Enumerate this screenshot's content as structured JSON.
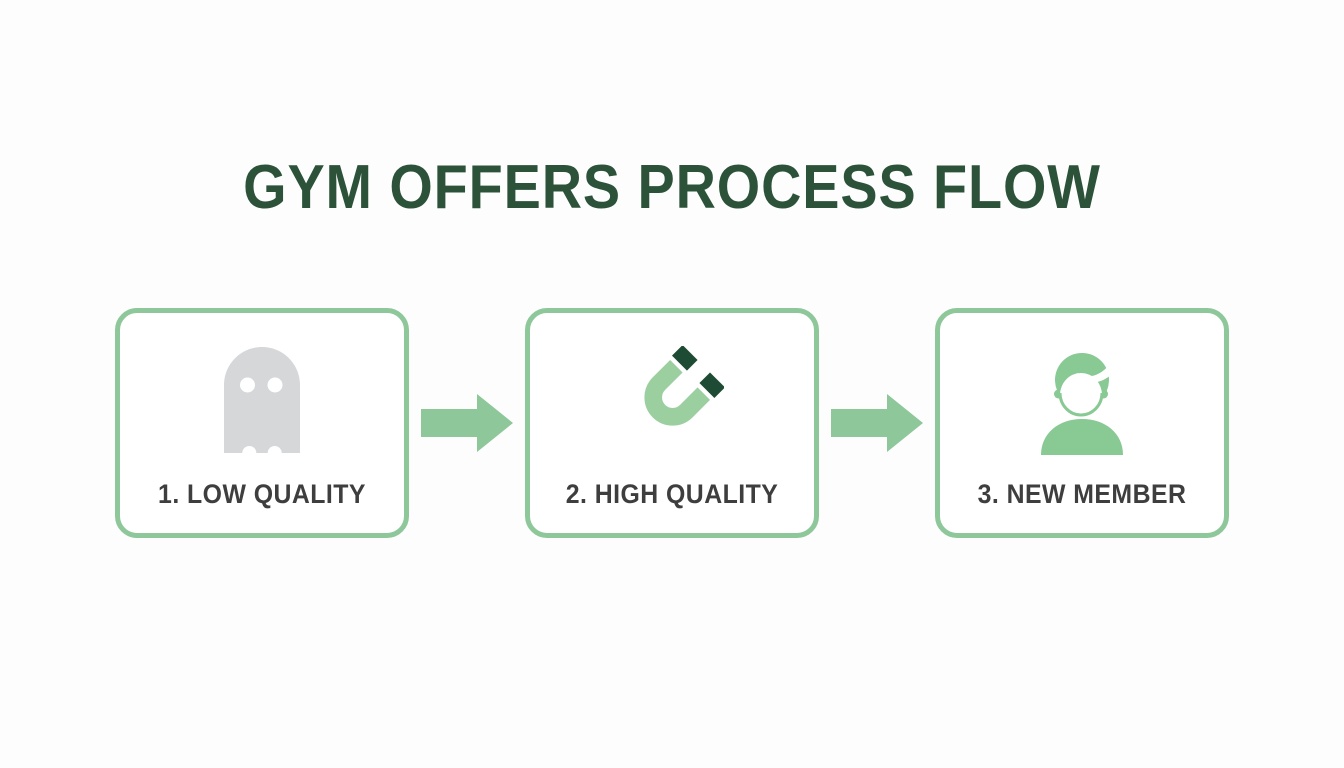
{
  "title": "GYM OFFERS PROCESS FLOW",
  "steps": [
    {
      "number": "1",
      "label": "1. LOW QUALITY",
      "icon": "ghost-icon"
    },
    {
      "number": "2",
      "label": "2. HIGH QUALITY",
      "icon": "magnet-icon"
    },
    {
      "number": "3",
      "label": "3. NEW MEMBER",
      "icon": "person-icon"
    }
  ],
  "connectors": [
    {
      "icon": "arrow-right-icon"
    },
    {
      "icon": "arrow-right-icon"
    }
  ],
  "colors": {
    "background": "#fdfdfd",
    "card_bg": "#ffffff",
    "accent": "#8dc79a",
    "title_color": "#2c5339",
    "label_color": "#3e3e3e",
    "ghost_gray": "#d5d7d9",
    "magnet_body": "#9ccf9f",
    "magnet_tip": "#1d4b33",
    "person_green": "#88c994"
  }
}
